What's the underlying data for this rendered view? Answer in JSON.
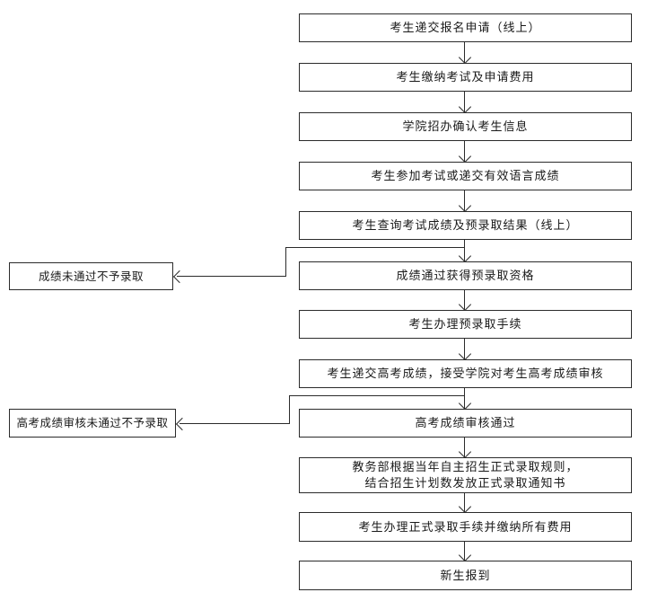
{
  "flow": {
    "main_steps": [
      "考生递交报名申请（线上）",
      "考生缴纳考试及申请费用",
      "学院招办确认考生信息",
      "考生参加考试或递交有效语言成绩",
      "考生查询考试成绩及预录取结果（线上）",
      "成绩通过获得预录取资格",
      "考生办理预录取手续",
      "考生递交高考成绩，接受学院对考生高考成绩审核",
      "高考成绩审核通过",
      "教务部根据当年自主招生正式录取规则，\n结合招生计划数发放正式录取通知书",
      "考生办理正式录取手续并缴纳所有费用",
      "新生报到"
    ],
    "reject_branches": [
      "成绩未通过不予录取",
      "高考成绩审核未通过不予录取"
    ],
    "line_color": "#2b2b2b",
    "background_color": "#ffffff"
  }
}
